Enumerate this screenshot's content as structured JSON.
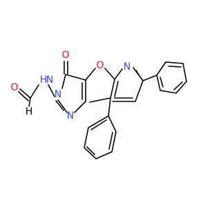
{
  "structure": {
    "atoms": {
      "o_carbonyl": {
        "label": "O",
        "color": "#ff0d0d"
      },
      "n_amide": {
        "label": "N",
        "color": "#3050f8"
      },
      "n_ring_upper": {
        "label": "N",
        "color": "#3050f8"
      },
      "n_ring_lower": {
        "label": "N",
        "color": "#3050f8"
      },
      "o_furan": {
        "label": "O",
        "color": "#ff0d0d"
      },
      "n_pyridine": {
        "label": "N",
        "color": "#3050f8"
      },
      "o_formyl": {
        "label": "O",
        "color": "#ff0d0d"
      },
      "h_nh": {
        "label": "H",
        "color": "#3050f8"
      },
      "h_formyl": {
        "label": "H",
        "color": "#000000"
      }
    },
    "bond_color": "#000000",
    "background": "#ffffff"
  }
}
